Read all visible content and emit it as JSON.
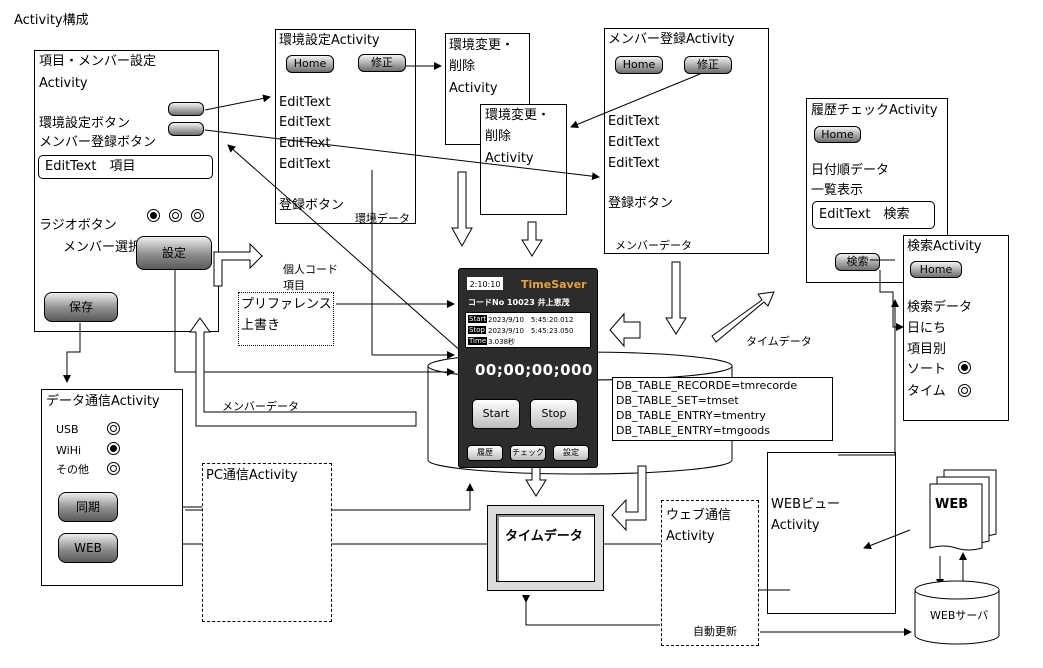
{
  "title": "Activity構成",
  "item_member": {
    "title1": "項目・メンバー設定",
    "title2": "Activity",
    "env_button_label": "環境設定ボタン",
    "member_button_label": "メンバー登録ボタン",
    "field_text": "EditText　項目",
    "radio_label": "ラジオボタン",
    "member_select": "メンバー選択",
    "settings_button": "設定",
    "save_button": "保存"
  },
  "env_settings": {
    "title": "環境設定Activity",
    "home_button": "Home",
    "fix_button": "修正",
    "edit_texts": [
      "EditText",
      "EditText",
      "EditText",
      "EditText"
    ],
    "register_button": "登録ボタン",
    "data_label": "環境データ"
  },
  "env_change_1": {
    "line1": "環境変更・",
    "line2": "削除",
    "line3": "Activity"
  },
  "env_change_2": {
    "line1": "環境変更・",
    "line2": "削除",
    "line3": "Activity"
  },
  "member_reg": {
    "title": "メンバー登録Activity",
    "home_button": "Home",
    "fix_button": "修正",
    "edit_texts": [
      "EditText",
      "EditText",
      "EditText"
    ],
    "register_button": "登録ボタン",
    "data_label": "メンバーデータ"
  },
  "history": {
    "title": "履歴チェックActivity",
    "home_button": "Home",
    "line1": "日付順データ",
    "line2": "一覧表示",
    "field_text": "EditText　検索",
    "search_button": "検索"
  },
  "search": {
    "title": "検索Activity",
    "home_button": "Home",
    "line1": "検索データ",
    "line2": "日にち",
    "line3": "項目別",
    "sort_label": "ソート",
    "time_label": "タイム"
  },
  "pref_label": {
    "line1": "個人コード",
    "line2": "項目"
  },
  "preference": {
    "line1": "プリファレンス",
    "line2": "上書き"
  },
  "time_data_label": "タイムデータ",
  "member_data_label": "メンバーデータ",
  "phone": {
    "clock": "2:10:10",
    "app_name": "TimeSaver",
    "code_line": "コードNo  10023  井上恵茂",
    "start_tag": "Start",
    "start_value": "2023/9/10　5:45:20.012",
    "stop_tag": "Stop",
    "stop_value": "2023/9/10　5:45:23.050",
    "time_tag": "Time",
    "time_value": "3.038秒",
    "timer": "00;00;00;000",
    "start_button": "Start",
    "stop_button": "Stop",
    "history_button": "履歴",
    "check_button": "チェック",
    "settings_button": "設定"
  },
  "db_tables": [
    "DB_TABLE_RECORDE=tmrecorde",
    "DB_TABLE_SET=tmset",
    "DB_TABLE_ENTRY=tmentry",
    "DB_TABLE_ENTRY=tmgoods"
  ],
  "data_comm": {
    "title": "データ通信Activity",
    "usb": "USB",
    "wifi": "WiHi",
    "other": "その他",
    "sync_button": "同期",
    "web_button": "WEB"
  },
  "pc_comm": {
    "title": "PC通信Activity"
  },
  "time_data_box": "タイムデータ",
  "web_comm": {
    "line1": "ウェブ通信",
    "line2": "Activity"
  },
  "auto_update": "自動更新",
  "web_view": {
    "line1": "WEBビュー",
    "line2": "Activity"
  },
  "web_doc": "WEB",
  "web_server": "WEBサーバ"
}
